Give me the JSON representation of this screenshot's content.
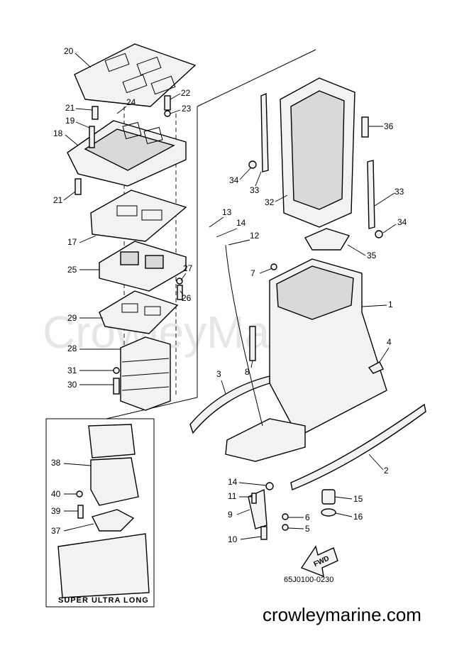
{
  "watermark": "CrowleyMarine",
  "website": "crowleymarine.com",
  "drawing_code": "65J0100-0230",
  "inset_title": "SUPER ULTRA LONG",
  "fwd_label": "FWD",
  "callouts": {
    "c1": "1",
    "c2": "2",
    "c3": "3",
    "c4": "4",
    "c5": "5",
    "c6": "6",
    "c7": "7",
    "c8": "8",
    "c9": "9",
    "c10": "10",
    "c11": "11",
    "c12": "12",
    "c13": "13",
    "c14a": "14",
    "c14b": "14",
    "c15": "15",
    "c16": "16",
    "c17": "17",
    "c18": "18",
    "c19": "19",
    "c20": "20",
    "c21a": "21",
    "c21b": "21",
    "c22": "22",
    "c23": "23",
    "c24": "24",
    "c25": "25",
    "c26": "26",
    "c27": "27",
    "c28": "28",
    "c29": "29",
    "c30": "30",
    "c31": "31",
    "c32": "32",
    "c33a": "33",
    "c33b": "33",
    "c34a": "34",
    "c34b": "34",
    "c35": "35",
    "c36": "36",
    "c37": "37",
    "c38": "38",
    "c39": "39",
    "c40": "40"
  }
}
